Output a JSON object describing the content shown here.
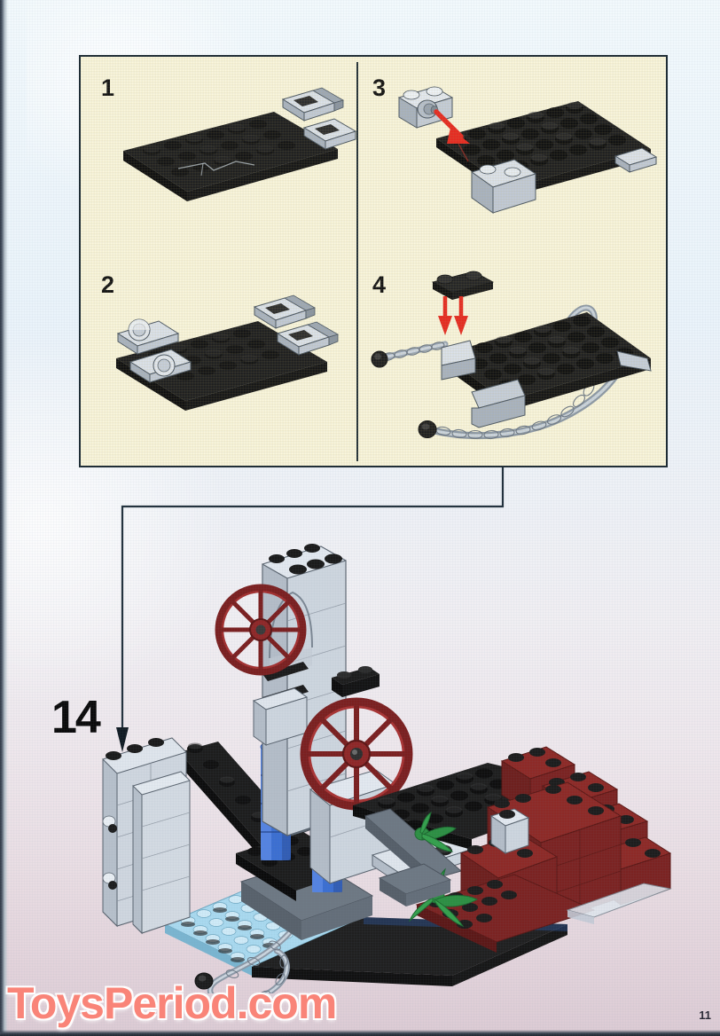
{
  "page": {
    "number": "11",
    "background_top_color": "#eef6fb",
    "background_bottom_color": "#dccbd4"
  },
  "watermark": {
    "text": "ToysPeriod.com",
    "color": "#f98478"
  },
  "substep_panel": {
    "border_color": "#1d2b33",
    "fill_color": "#fbf7dd",
    "substeps": [
      {
        "number": "1",
        "description": "Black 6x12 baseplate with two light-gray technic bricks attached at the right edge",
        "parts": [
          {
            "name": "black-baseplate",
            "color": "#1a1a1a",
            "count": 1
          },
          {
            "name": "light-gray-plate-bracket",
            "color": "#c3cbd6",
            "count": 2
          }
        ],
        "arrows": 0
      },
      {
        "number": "2",
        "description": "Two additional light-gray plates with round hinge pins added to the left edge of the black baseplate",
        "parts": [
          {
            "name": "black-baseplate",
            "color": "#1a1a1a",
            "count": 1
          },
          {
            "name": "light-gray-plate-bracket",
            "color": "#c3cbd6",
            "count": 2
          },
          {
            "name": "light-gray-hinge-plate",
            "color": "#c3cbd6",
            "count": 2
          }
        ],
        "arrows": 0
      },
      {
        "number": "3",
        "description": "Assembly flipped over; a light-gray 1x2 brick with side pin is attached to the underside of the baseplate",
        "parts": [
          {
            "name": "black-baseplate",
            "color": "#1a1a1a",
            "count": 1
          },
          {
            "name": "light-gray-1x2-brick-with-pin",
            "color": "#c3cbd6",
            "count": 1
          },
          {
            "name": "light-gray-2x2-brick",
            "color": "#c3cbd6",
            "count": 1
          }
        ],
        "arrows": 1,
        "arrow_color": "#e8291e"
      },
      {
        "number": "4",
        "description": "A black 1x2 plate is pressed down onto the baseplate; two chains with black end links are threaded around the platform",
        "parts": [
          {
            "name": "black-1x2-plate",
            "color": "#1a1a1a",
            "count": 1
          },
          {
            "name": "gray-chain",
            "color": "#9aa6b4",
            "count": 2
          },
          {
            "name": "black-chain-end",
            "color": "#1a1a1a",
            "count": 2
          }
        ],
        "arrows": 2,
        "arrow_color": "#e8291e"
      }
    ]
  },
  "main_step": {
    "number": "14",
    "connector_label": "connector-arrow-from-substeps",
    "connector_color": "#21303c",
    "model_description": "LEGO mine scene: gray winch tower with two dark-red spoked wagon wheels and blue cylinder columns standing on a black baseplate, a dark-red brick rock wall with green plants on the right, a light-blue water baseplate with a black ramp bridge and gray tower on the left, and a chain draped across the water.",
    "model_parts": [
      {
        "name": "dark-red-wagon-wheel",
        "color": "#7b2020",
        "count": 2
      },
      {
        "name": "blue-cylinder-brick",
        "color": "#3c6fd1",
        "count": 5
      },
      {
        "name": "light-gray-brick",
        "color": "#c3cbd6",
        "count": 14
      },
      {
        "name": "dark-gray-slope",
        "color": "#6e7883",
        "count": 5
      },
      {
        "name": "black-baseplate",
        "color": "#1a1a1a",
        "count": 3
      },
      {
        "name": "dark-red-rock-brick",
        "color": "#7b2322",
        "count": 16
      },
      {
        "name": "green-plant-leaves",
        "color": "#2d8f43",
        "count": 2
      },
      {
        "name": "light-blue-water-plate",
        "color": "#a9d9ef",
        "count": 1
      },
      {
        "name": "gray-chain",
        "color": "#9aa6b4",
        "count": 1
      }
    ]
  }
}
